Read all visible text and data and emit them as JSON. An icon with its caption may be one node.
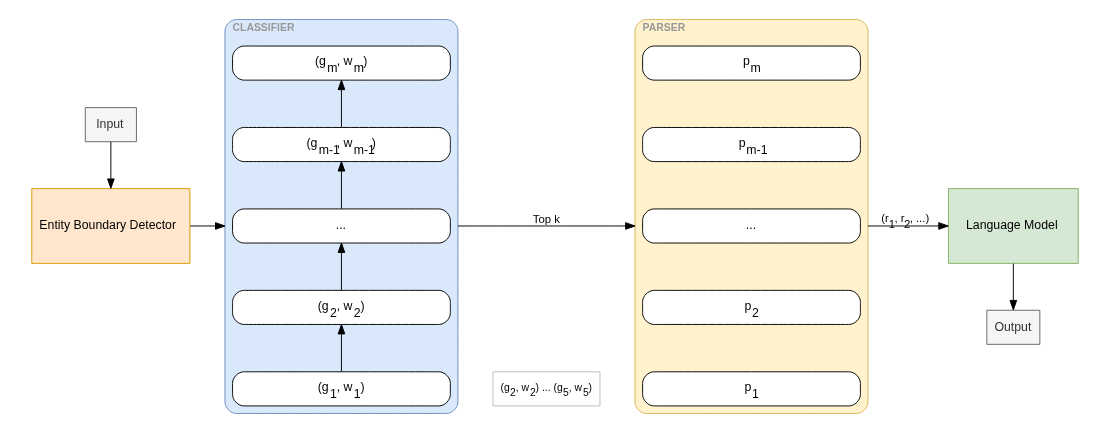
{
  "diagram": {
    "nodes": [
      {
        "text": [
          "Input"
        ]
      },
      {
        "text": [
          "Entity Boundary Detector"
        ]
      },
      {
        "text": [
          "CLASSIFIER"
        ]
      },
      {
        "text": [
          "(g$_{1}$, w$_{1}$)"
        ],
        "in": 2
      },
      {
        "text": [
          "(g$_{2}$, w$_{2}$)"
        ],
        "in": 2
      },
      {
        "text": [
          "..."
        ],
        "in": 2
      },
      {
        "text": [
          "(g$_{m-1}$, w$_{m-1}$)"
        ],
        "in": 2
      },
      {
        "text": [
          "(g$_{m}$, w$_{m}$)"
        ],
        "in": 2
      },
      {
        "text": [
          "PARSER"
        ]
      },
      {
        "text": [
          "p$_{1}$"
        ],
        "in": 8
      },
      {
        "text": [
          "p$_{2}$"
        ],
        "in": 8
      },
      {
        "text": [
          "..."
        ],
        "in": 8
      },
      {
        "text": [
          "p$_{m-1}$"
        ],
        "in": 8
      },
      {
        "text": [
          "p$_{m}$"
        ],
        "in": 8
      },
      {
        "text": [
          "(g$_{2}$, w$_{2}$) ... (g$_{5}$, w$_{5}$)"
        ]
      },
      {
        "text": [
          "Language Model"
        ]
      },
      {
        "text": [
          "Output"
        ]
      }
    ],
    "edges": [
      {
        "from": 0,
        "to": 1,
        "arrow": "to"
      },
      {
        "from": 1,
        "to": 2,
        "arrow": "to"
      },
      {
        "from": 3,
        "to": 4,
        "arrow": "to"
      },
      {
        "from": 4,
        "to": 5,
        "arrow": "to"
      },
      {
        "from": 5,
        "to": 6,
        "arrow": "to"
      },
      {
        "from": 6,
        "to": 7,
        "arrow": "to"
      },
      {
        "from": 2,
        "to": 8,
        "arrow": "to",
        "label": "Top k"
      },
      {
        "from": 8,
        "to": 15,
        "arrow": "to",
        "label": "(r$_{1}$, r$_{2}$, ...)"
      },
      {
        "from": 15,
        "to": 16,
        "arrow": "to"
      }
    ]
  }
}
